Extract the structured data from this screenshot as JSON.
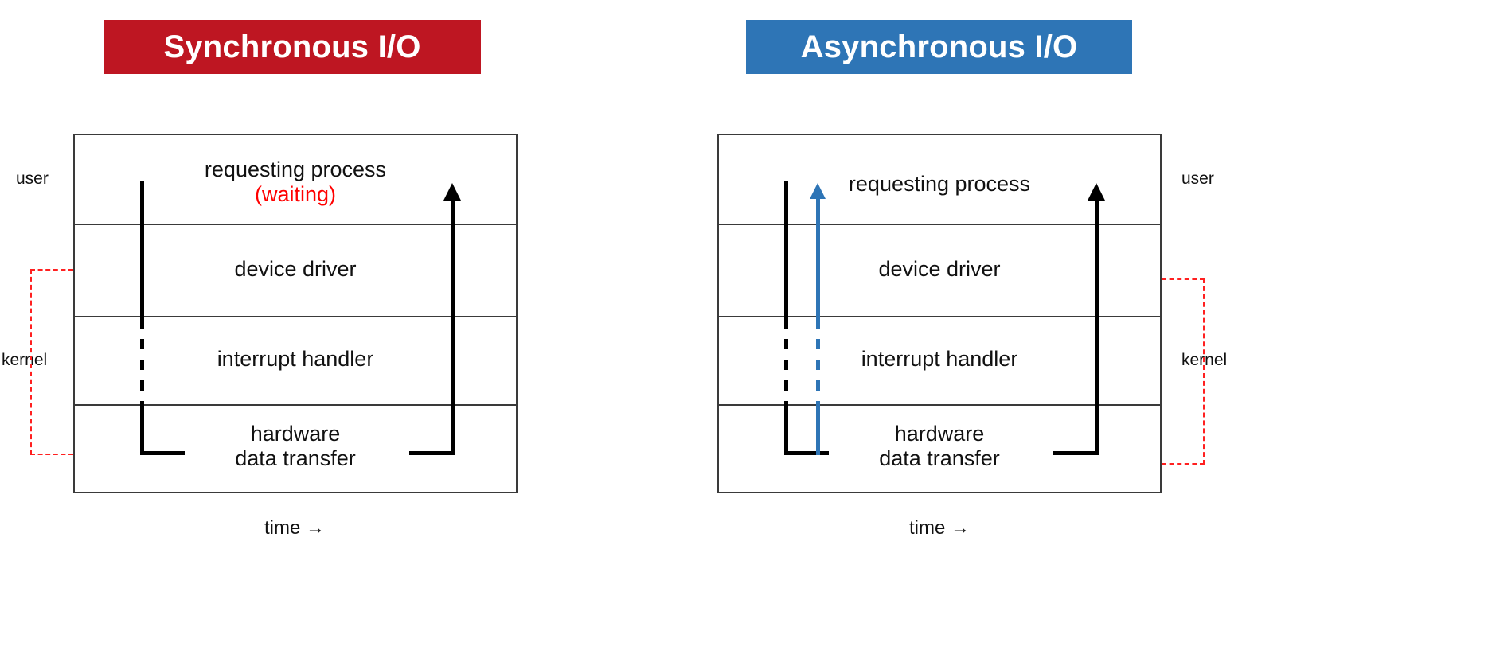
{
  "page": {
    "title_left": "Synchronous I/O",
    "title_right": "Asynchronous I/O"
  },
  "colors": {
    "banner_red": "#BE1622",
    "banner_blue": "#2E75B6",
    "waiting_red": "#FF0000",
    "bracket_red": "#FF2020",
    "trace_black": "#000000",
    "trace_blue": "#2E75B6",
    "box_border": "#3A3A3A"
  },
  "left_panel": {
    "banner_label": "Synchronous I/O",
    "rows": [
      {
        "label": "requesting process",
        "sublabel": "(waiting)"
      },
      {
        "label": "device driver",
        "sublabel": ""
      },
      {
        "label": "interrupt handler",
        "sublabel": ""
      },
      {
        "label": "hardware",
        "sublabel": "data transfer"
      }
    ],
    "side_labels": {
      "user": "user",
      "kernel": "kernel"
    },
    "time_label": "time →"
  },
  "right_panel": {
    "banner_label": "Asynchronous I/O",
    "rows": [
      {
        "label": "requesting process",
        "sublabel": ""
      },
      {
        "label": "device driver",
        "sublabel": ""
      },
      {
        "label": "interrupt handler",
        "sublabel": ""
      },
      {
        "label": "hardware",
        "sublabel": "data transfer"
      }
    ],
    "side_labels": {
      "user": "user",
      "kernel": "kernel"
    },
    "time_label": "time →"
  }
}
